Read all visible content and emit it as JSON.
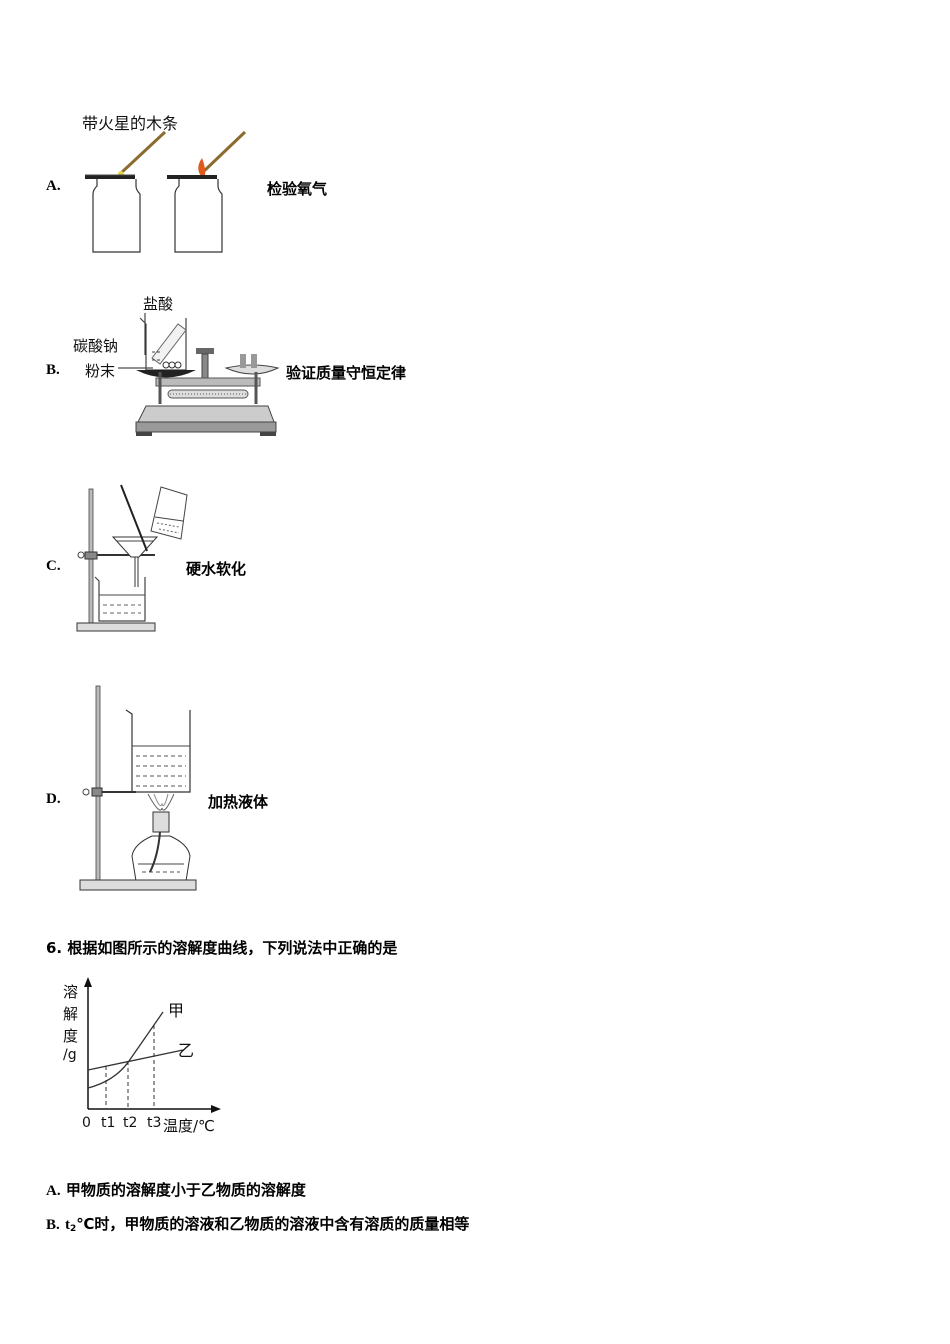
{
  "options_q5": [
    {
      "letter": "A.",
      "caption": "检验氧气",
      "figure_labels": {
        "stick": "带火星的木条"
      }
    },
    {
      "letter": "B.",
      "caption": "验证质量守恒定律",
      "figure_labels": {
        "acid": "盐酸",
        "sodium_carbonate_1": "碳酸钠",
        "sodium_carbonate_2": "粉末"
      }
    },
    {
      "letter": "C.",
      "caption": "硬水软化"
    },
    {
      "letter": "D.",
      "caption": "加热液体"
    }
  ],
  "question6": {
    "number": "6.",
    "text": "根据如图所示的溶解度曲线，下列说法中正确的是",
    "figure": {
      "ylabel_chars": [
        "溶",
        "解",
        "度",
        "/g"
      ],
      "xlabel": "温度/℃",
      "ticks": [
        "0",
        "t1",
        "t2",
        "t3"
      ],
      "series_labels": [
        "甲",
        "乙"
      ]
    },
    "options": [
      {
        "letter": "A.",
        "text": "甲物质的溶解度小于乙物质的溶解度"
      },
      {
        "letter": "B.",
        "text_prefix": "t",
        "text_sub": "2",
        "text_suffix": "℃时，甲物质的溶液和乙物质的溶液中含有溶质的质量相等"
      }
    ]
  },
  "chart_data": {
    "type": "line",
    "title": "",
    "xlabel": "温度/℃",
    "ylabel": "溶解度/g",
    "x_ticks": [
      "0",
      "t1",
      "t2",
      "t3"
    ],
    "series": [
      {
        "name": "甲",
        "shape": "increasing steeply (concave up)",
        "relative_points": [
          [
            0,
            0.22
          ],
          [
            1,
            0.32
          ],
          [
            2,
            0.48
          ],
          [
            3,
            0.83
          ],
          [
            3.3,
            0.94
          ]
        ]
      },
      {
        "name": "乙",
        "shape": "increasing slowly (near linear)",
        "relative_points": [
          [
            0,
            0.38
          ],
          [
            1,
            0.43
          ],
          [
            2,
            0.48
          ],
          [
            3,
            0.53
          ],
          [
            3.4,
            0.56
          ]
        ]
      }
    ],
    "annotations": [
      "curves intersect at t2",
      "dashed drop lines at t1, t2, t3"
    ],
    "grid": false,
    "legend": "inline labels at curve ends"
  }
}
